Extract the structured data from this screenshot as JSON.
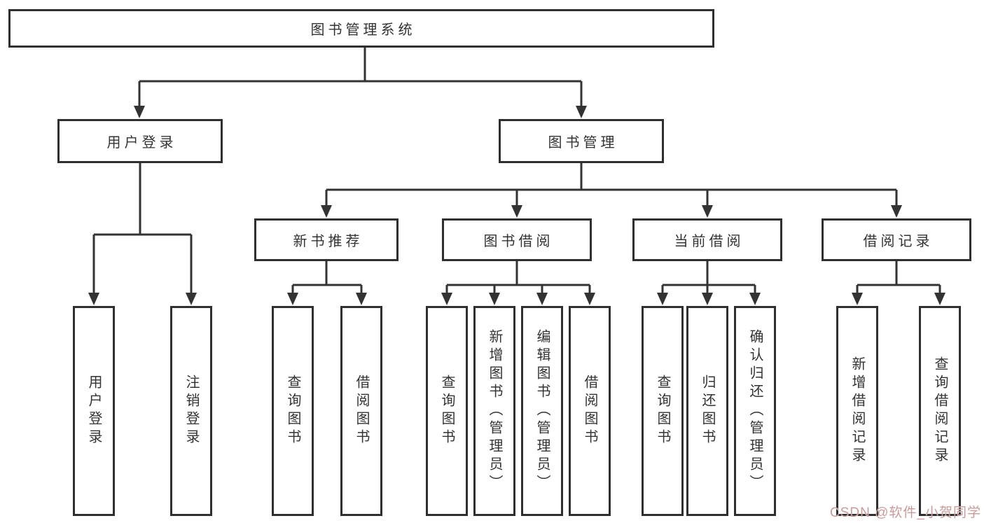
{
  "nodes": {
    "root": "图书管理系统",
    "level2": [
      "用户登录",
      "图书管理"
    ],
    "level3": [
      "新书推荐",
      "图书借阅",
      "当前借阅",
      "借阅记录"
    ],
    "leaves": [
      "用户登录",
      "注销登录",
      "查询图书",
      "借阅图书",
      "查询图书",
      "新增图书（管理员）",
      "编辑图书（管理员）",
      "借阅图书",
      "查询图书",
      "归还图书",
      "确认归还（管理员）",
      "新增借阅记录",
      "查询借阅记录"
    ]
  },
  "colors": {
    "line": "#333333",
    "border": "#2f2f2f",
    "text": "#333333",
    "background": "#ffffff",
    "watermark": "#cb9a9a"
  },
  "watermark": {
    "text": "CSDN @软件_小贺同学"
  }
}
